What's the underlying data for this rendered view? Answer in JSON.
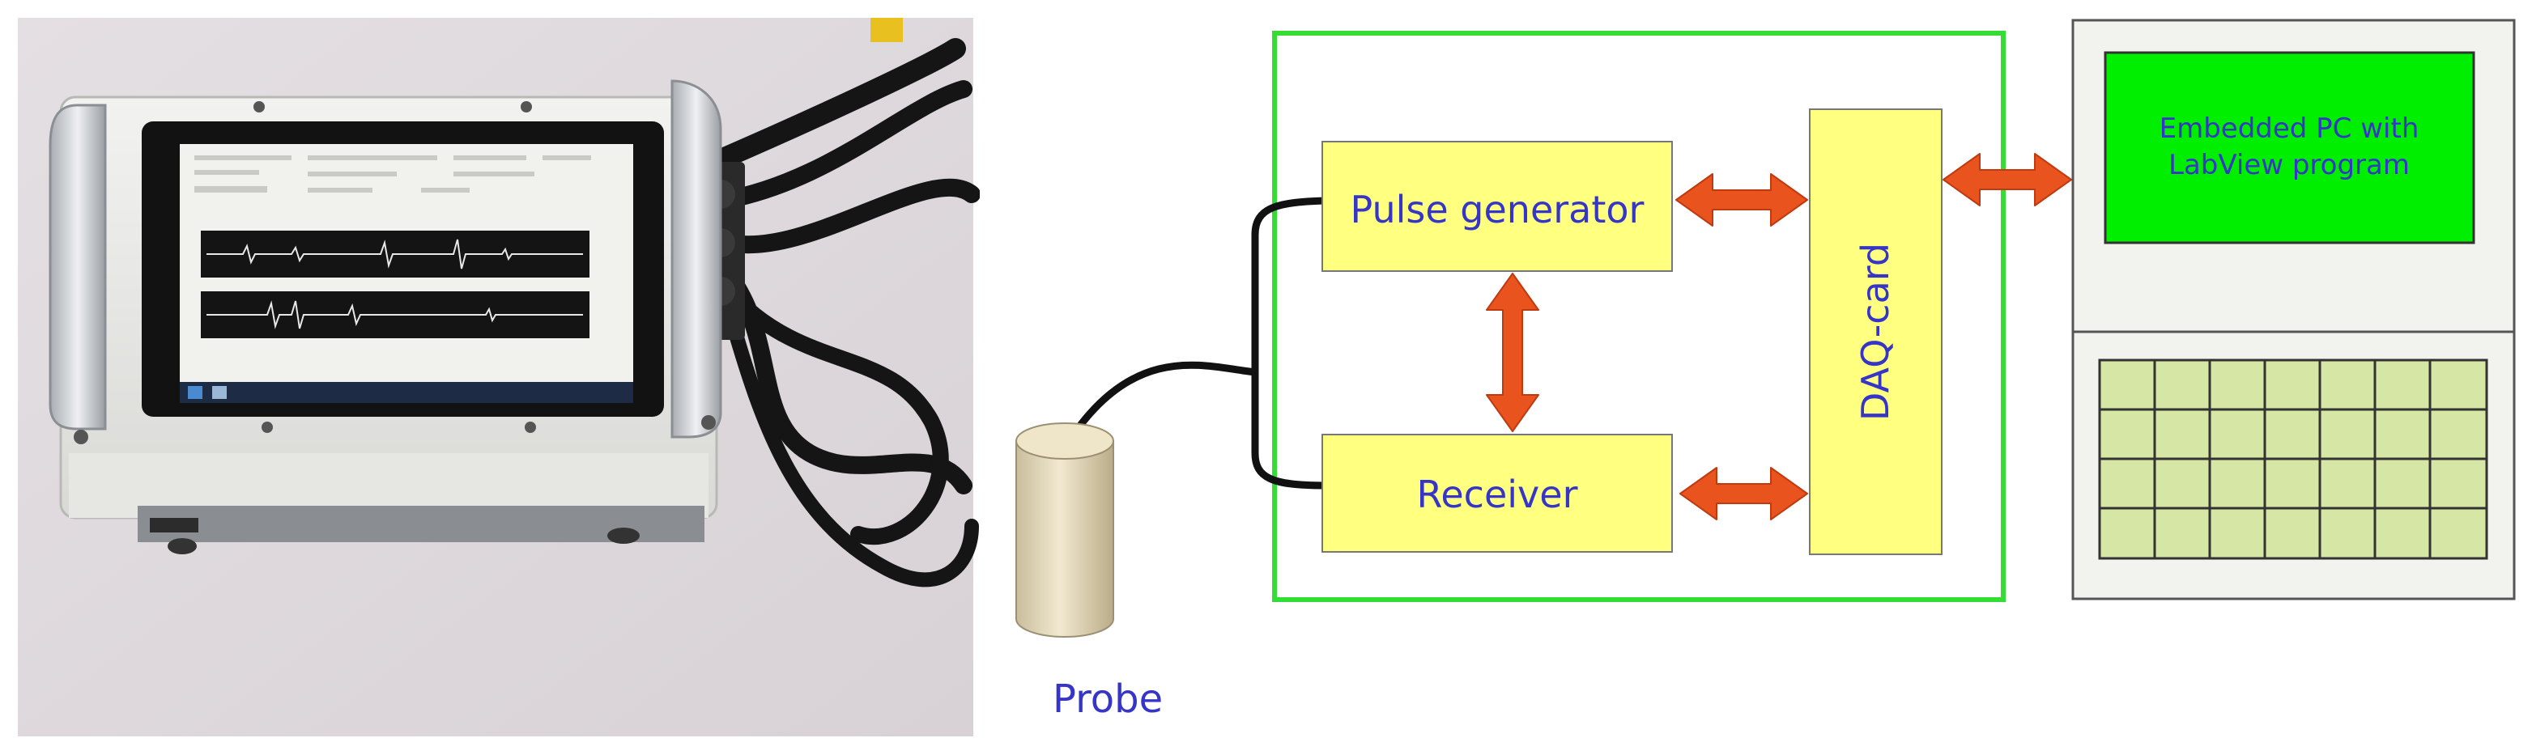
{
  "diagram": {
    "blocks": {
      "pulse_generator": "Pulse generator",
      "receiver": "Receiver",
      "daq_card": "DAQ-card",
      "pc_line1": "Embedded PC with",
      "pc_line2": "LabView program"
    },
    "probe_label": "Probe"
  },
  "colors": {
    "block_fill": "#ffff80",
    "text_blue": "#3535c8",
    "enclosure_green": "#33dd33",
    "pc_screen_green": "#00ee00",
    "arrow_orange": "#e8531e",
    "keyboard_green": "#d6e6a4"
  },
  "photo": {
    "description_icon": "portable-ultrasonic-device-photo"
  }
}
